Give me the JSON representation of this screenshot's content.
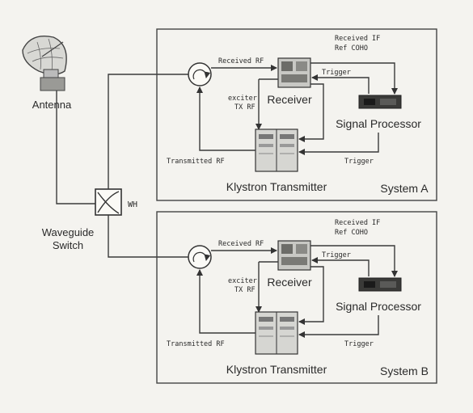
{
  "antenna_label": "Antenna",
  "waveguide_switch": {
    "line1": "Waveguide",
    "line2": "Switch",
    "load_symbol": "WH"
  },
  "systems": [
    {
      "name": "System A",
      "received_if": "Received IF",
      "ref_coho": "Ref COHO",
      "received_rf": "Received RF",
      "trigger_top": "Trigger",
      "exciter": "exciter",
      "tx_rf": "TX RF",
      "receiver": "Receiver",
      "signal_processor": "Signal Processor",
      "transmitted_rf": "Transmitted RF",
      "trigger_bottom": "Trigger",
      "klystron": "Klystron Transmitter"
    },
    {
      "name": "System B",
      "received_if": "Received IF",
      "ref_coho": "Ref COHO",
      "received_rf": "Received RF",
      "trigger_top": "Trigger",
      "exciter": "exciter",
      "tx_rf": "TX RF",
      "receiver": "Receiver",
      "signal_processor": "Signal Processor",
      "transmitted_rf": "Transmitted RF",
      "trigger_bottom": "Trigger",
      "klystron": "Klystron Transmitter"
    }
  ]
}
